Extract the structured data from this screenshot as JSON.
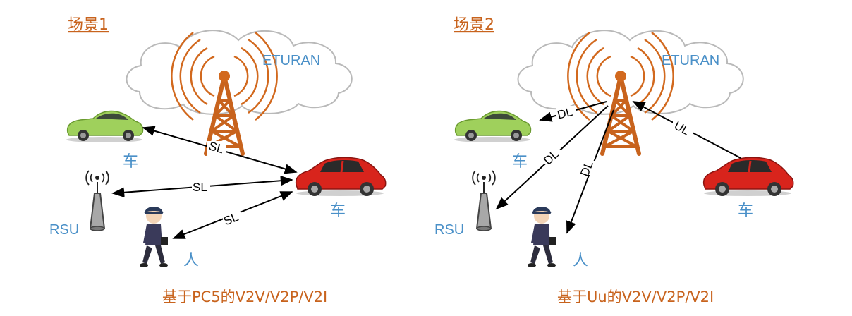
{
  "scenario1": {
    "title": "场景1",
    "cloud_label": "ETURAN",
    "car_label_left": "车",
    "car_label_right": "车",
    "rsu_label": "RSU",
    "person_label": "人",
    "links": [
      "SL",
      "SL",
      "SL"
    ],
    "caption": "基于PC5的V2V/V2P/V2I"
  },
  "scenario2": {
    "title": "场景2",
    "cloud_label": "ETURAN",
    "car_label_left": "车",
    "car_label_right": "车",
    "rsu_label": "RSU",
    "person_label": "人",
    "links": [
      "DL",
      "DL",
      "DL",
      "UL"
    ],
    "caption": "基于Uu的V2V/V2P/V2I"
  },
  "icons": [
    "cloud-icon",
    "cell-tower-icon",
    "green-car-icon",
    "red-car-icon",
    "rsu-icon",
    "pedestrian-icon"
  ]
}
